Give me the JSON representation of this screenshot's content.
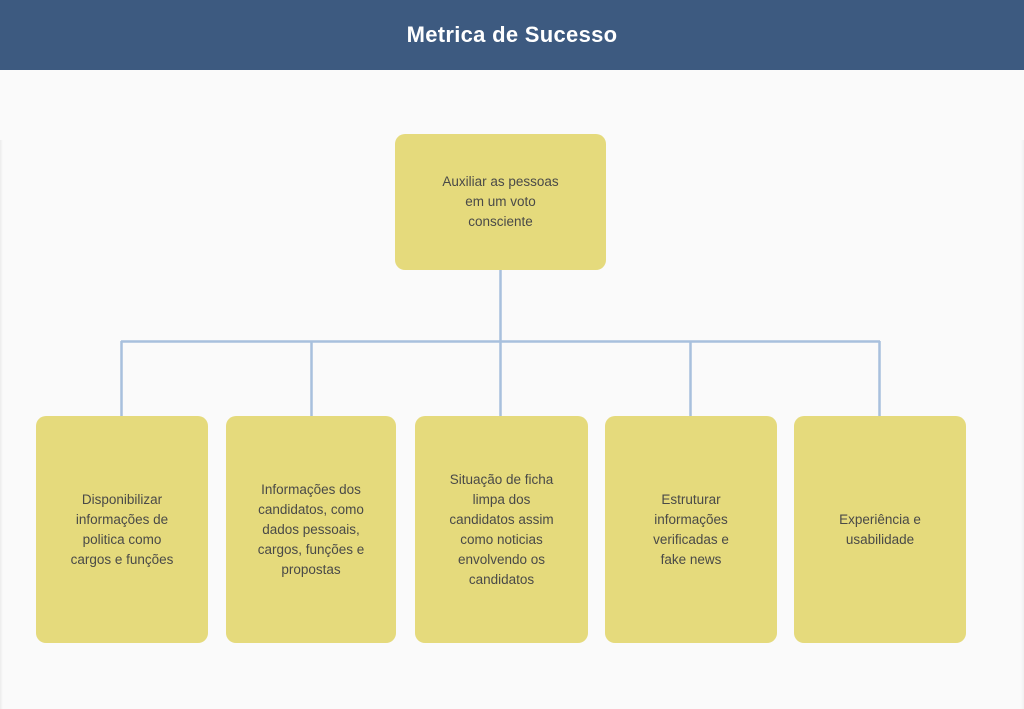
{
  "header": {
    "title": "Metrica de Sucesso",
    "background_color": "#3d5a80",
    "title_color": "#ffffff"
  },
  "canvas": {
    "background_color": "#fafafa",
    "node_fill_color": "#e5da7c",
    "node_text_color": "#4a4a48",
    "connector_color": "#a8c0dd"
  },
  "diagram": {
    "type": "tree",
    "root": {
      "id": "root",
      "label": "Auxiliar as pessoas\nem um voto\nconsciente"
    },
    "children": [
      {
        "id": "child-0",
        "label": "Disponibilizar\ninformações de\npolitica como\ncargos e funções"
      },
      {
        "id": "child-1",
        "label": "Informações dos\ncandidatos, como\ndados pessoais,\ncargos, funções e\npropostas"
      },
      {
        "id": "child-2",
        "label": "Situação de ficha\nlimpa dos\ncandidatos assim\ncomo noticias\nenvolvendo os\ncandidatos"
      },
      {
        "id": "child-3",
        "label": "Estruturar\ninformações\nverificadas e\nfake news"
      },
      {
        "id": "child-4",
        "label": "Experiência e\nusabilidade"
      }
    ]
  }
}
